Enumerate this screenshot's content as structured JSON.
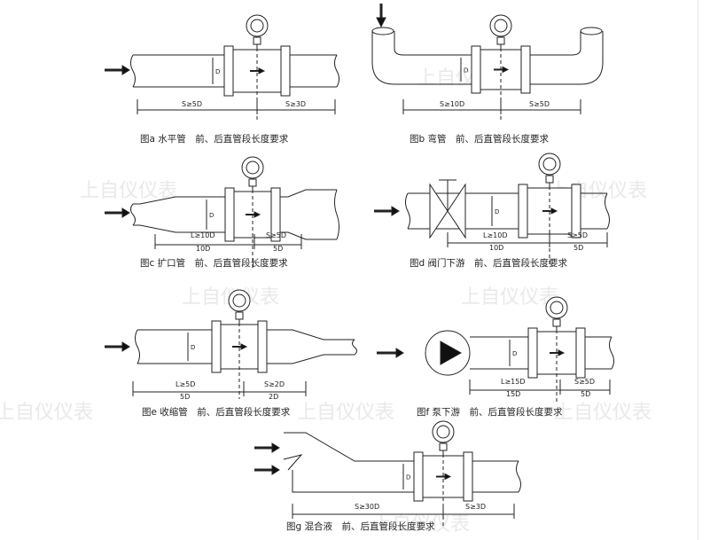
{
  "watermark": "上自仪仪表",
  "panels": {
    "a": {
      "caption": "图a 水平管　前、后直管段长度要求",
      "up": "S≥5D",
      "down": "S≥3D"
    },
    "b": {
      "caption": "图b 弯管　前、后直管段长度要求",
      "up": "S≥10D",
      "down": "S≥5D"
    },
    "c": {
      "caption": "图c 扩口管　前、后直管段长度要求",
      "up": "L≥10D",
      "up_val": "10D",
      "down": "S≥5D",
      "down_val": "5D"
    },
    "d": {
      "caption": "图d 阀门下游　前、后直管段长度要求",
      "up": "L≥10D",
      "up_val": "10D",
      "down": "S≥5D",
      "down_val": "5D"
    },
    "e": {
      "caption": "图e 收缩管　前、后直管段长度要求",
      "up": "L≥5D",
      "up_val": "5D",
      "down": "S≥2D",
      "down_val": "2D"
    },
    "f": {
      "caption": "图f 泵下游　前、后直管段长度要求",
      "up": "L≥15D",
      "up_val": "15D",
      "down": "S≥5D",
      "down_val": "5D"
    },
    "g": {
      "caption": "图g 混合液　前、后直管段长度要求",
      "up": "S≥30D",
      "down": "S≥3D"
    }
  },
  "diameter_label": "D"
}
